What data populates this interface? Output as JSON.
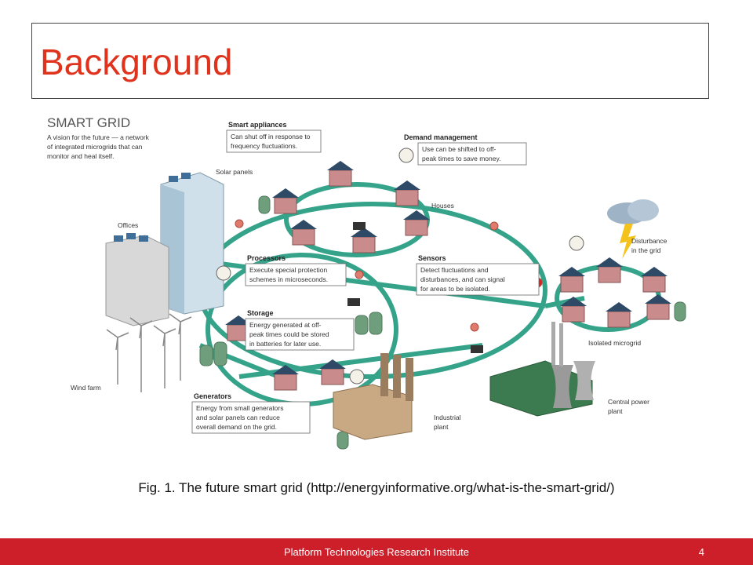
{
  "slide": {
    "title": "Background",
    "caption": "Fig. 1. The future smart grid (http://energyinformative.org/what-is-the-smart-grid/)",
    "footer": "Platform Technologies Research Institute",
    "page_number": "4"
  },
  "diagram": {
    "heading": "SMART GRID",
    "subtitle": [
      "A vision for the future — a network",
      "of integrated microgrids that can",
      "monitor and heal itself."
    ],
    "smart_appliances": {
      "title": "Smart appliances",
      "text": [
        "Can shut off in response to",
        "frequency fluctuations."
      ]
    },
    "demand_management": {
      "title": "Demand management",
      "text": [
        "Use can be shifted to off-",
        "peak times to save money."
      ]
    },
    "processors": {
      "title": "Processors",
      "text": [
        "Execute special protection",
        "schemes in microseconds."
      ]
    },
    "sensors": {
      "title": "Sensors",
      "text": [
        "Detect fluctuations and",
        "disturbances, and can signal",
        "for areas to be isolated."
      ]
    },
    "storage": {
      "title": "Storage",
      "text": [
        "Energy generated at off-",
        "peak times could be stored",
        "in batteries for later use."
      ]
    },
    "generators": {
      "title": "Generators",
      "text": [
        "Energy from small generators",
        "and solar panels can reduce",
        "overall demand on the grid."
      ]
    },
    "labels": {
      "solar_panels": "Solar panels",
      "offices": "Offices",
      "houses": "Houses",
      "disturbance": [
        "Disturbance",
        "in the grid"
      ],
      "isolated_microgrid": "Isolated microgrid",
      "wind_farm": "Wind farm",
      "industrial_plant": [
        "Industrial",
        "plant"
      ],
      "central_power_plant": [
        "Central power",
        "plant"
      ]
    }
  },
  "colors": {
    "title": "#e0331e",
    "footer": "#cc1f2a",
    "grid_line": "#1f9a7d",
    "house_wall": "#c98b8b",
    "roof": "#2f4a66"
  }
}
